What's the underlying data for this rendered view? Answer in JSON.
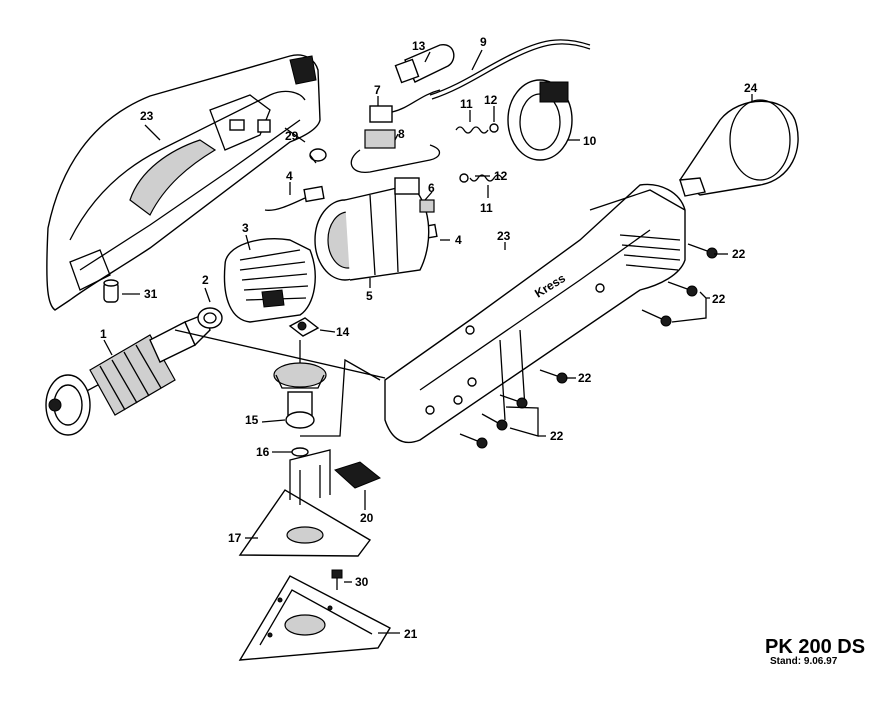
{
  "title": "PK 200 DS",
  "stand": "Stand: 9.06.97",
  "brand_on_housing": "Kress",
  "labels": {
    "p1": "1",
    "p2": "2",
    "p3": "3",
    "p4a": "4",
    "p4b": "4",
    "p5": "5",
    "p6": "6",
    "p7": "7",
    "p8": "8",
    "p9": "9",
    "p10": "10",
    "p11a": "11",
    "p11b": "11",
    "p12a": "12",
    "p12b": "12",
    "p13": "13",
    "p14": "14",
    "p15": "15",
    "p16": "16",
    "p17": "17",
    "p20": "20",
    "p21": "21",
    "p22a": "22",
    "p22b": "22",
    "p22c": "22",
    "p22d": "22",
    "p23a": "23",
    "p23b": "23",
    "p24": "24",
    "p29": "29",
    "p30": "30",
    "p31": "31"
  }
}
